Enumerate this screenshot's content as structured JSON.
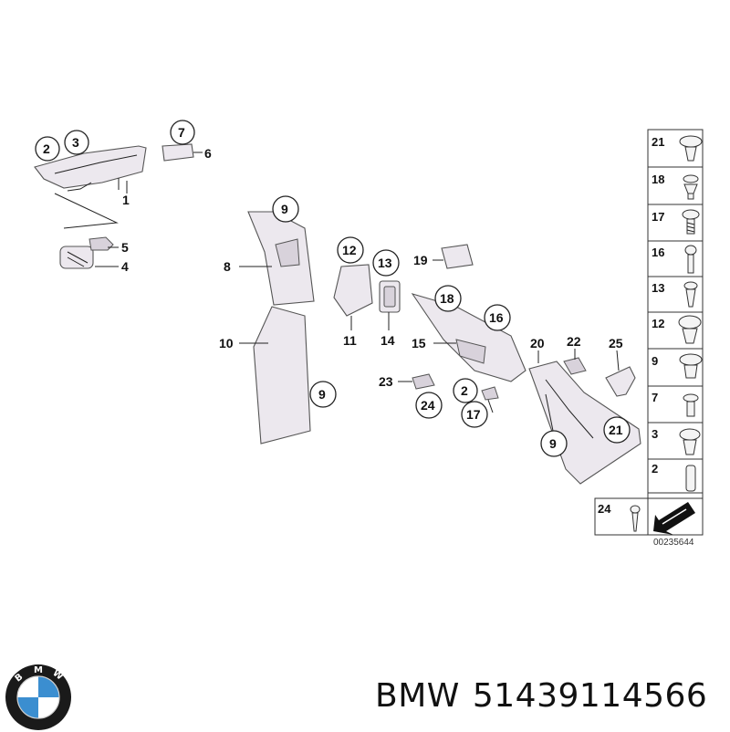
{
  "callouts": {
    "c1": "1",
    "c2": "2",
    "c3": "3",
    "c4": "4",
    "c5": "5",
    "c6": "6",
    "c7": "7",
    "c8": "8",
    "c9a": "9",
    "c9b": "9",
    "c9c": "9",
    "c10": "10",
    "c11": "11",
    "c12": "12",
    "c13": "13",
    "c14": "14",
    "c15": "15",
    "c16": "16",
    "c17": "17",
    "c18": "18",
    "c19": "19",
    "c20": "20",
    "c21": "21",
    "c22": "22",
    "c23": "23",
    "c24": "24",
    "c25": "25",
    "c2b": "2"
  },
  "legend": {
    "items": [
      "21",
      "18",
      "17",
      "16",
      "13",
      "12",
      "9",
      "7",
      "3",
      "2"
    ],
    "bottom_item": "24",
    "diagram_id": "00235644"
  },
  "footer": {
    "brand": "BMW",
    "part_number": "51439114566",
    "logo_letters": [
      "B",
      "M",
      "W"
    ]
  },
  "colors": {
    "logo_blue": "#3b8ed0",
    "logo_ring": "#1a1a1a",
    "part_fill": "#ece8ee"
  }
}
